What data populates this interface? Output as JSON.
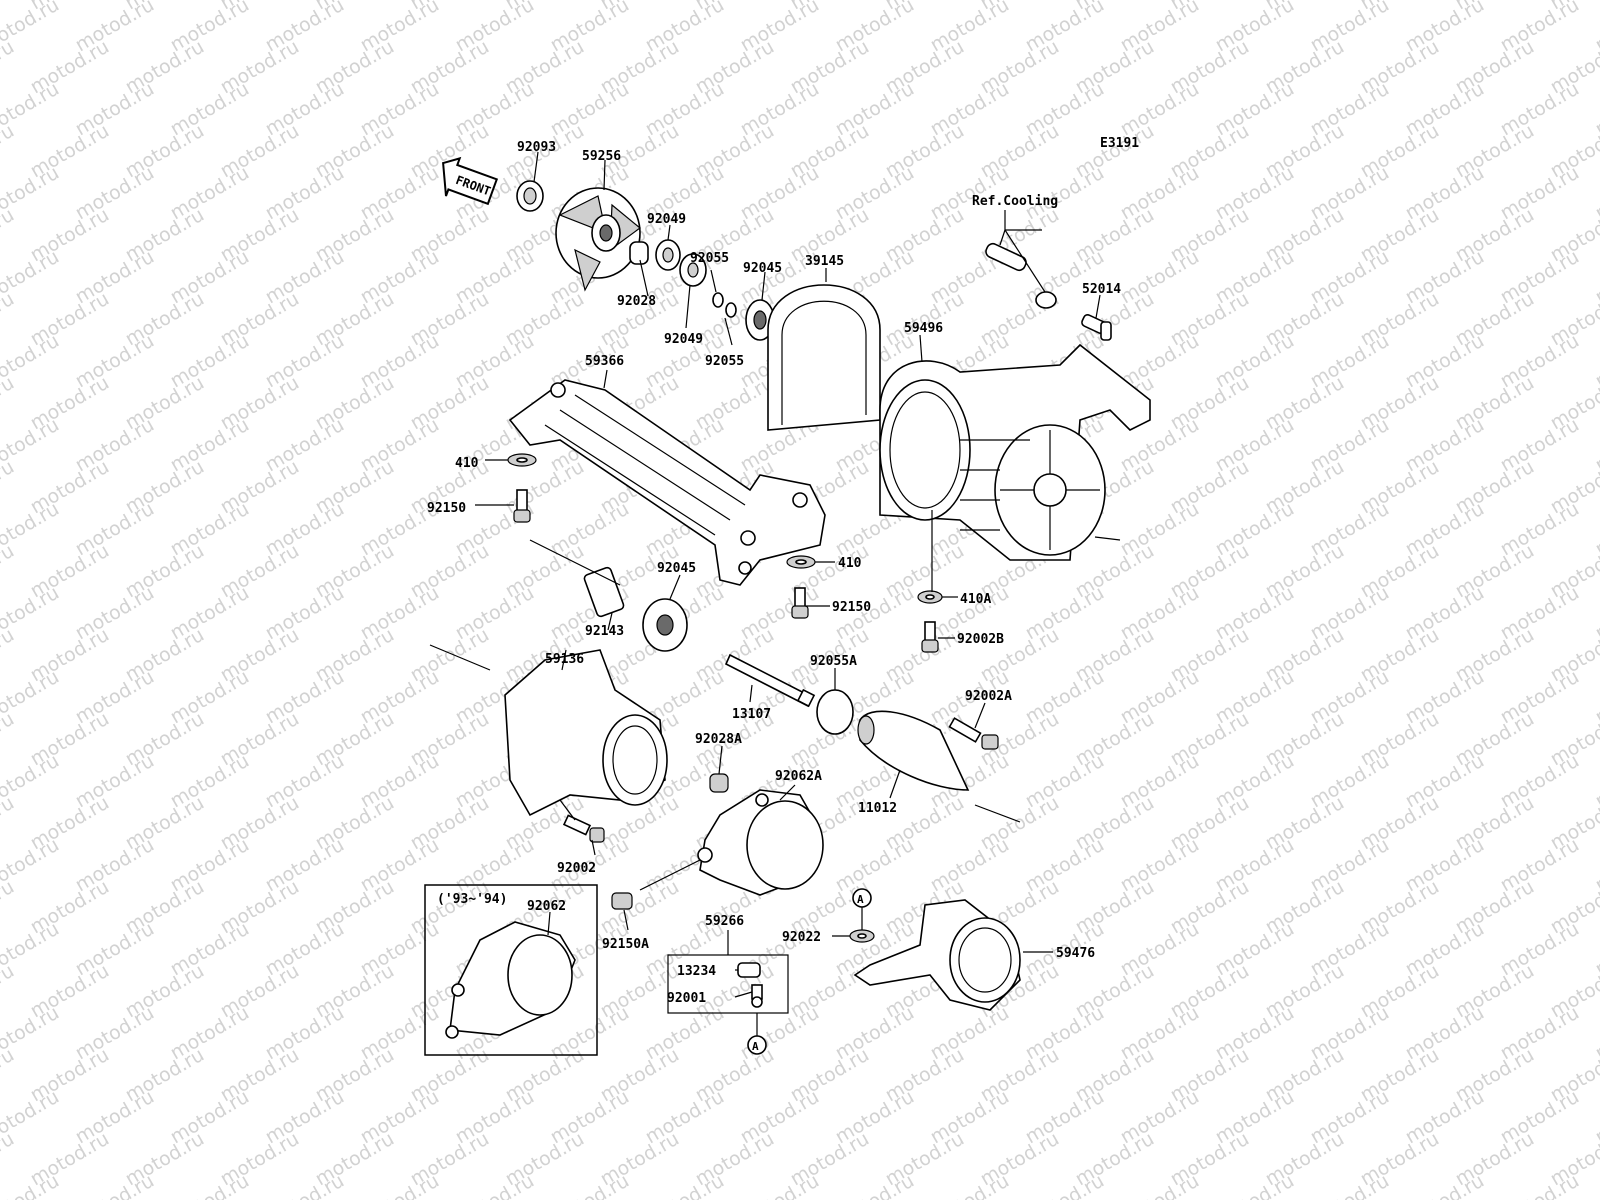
{
  "watermark": "motod.ru",
  "diagram_code": "E3191",
  "front_label": "FRONT",
  "ref_cooling": "Ref.Cooling",
  "inset_label": "('93~'94)",
  "marker_a": "A",
  "parts": {
    "p92093": "92093",
    "p59256": "59256",
    "p92049a": "92049",
    "p92028": "92028",
    "p92049b": "92049",
    "p92055a": "92055",
    "p92055b": "92055",
    "p92045a": "92045",
    "p39145": "39145",
    "p52014": "52014",
    "p59496": "59496",
    "p59366": "59366",
    "p410a": "410",
    "p92150a": "92150",
    "p410b": "410",
    "p92150b": "92150",
    "p410A": "410A",
    "p92002B": "92002B",
    "p92045b": "92045",
    "p92143": "92143",
    "p59136": "59136",
    "p13107": "13107",
    "p92055A": "92055A",
    "p92002A": "92002A",
    "p92028A": "92028A",
    "p92062A": "92062A",
    "p11012": "11012",
    "p92002": "92002",
    "p92062": "92062",
    "p92150A": "92150A",
    "p59266": "59266",
    "p13234": "13234",
    "p92001": "92001",
    "p92022": "92022",
    "p59476": "59476"
  }
}
